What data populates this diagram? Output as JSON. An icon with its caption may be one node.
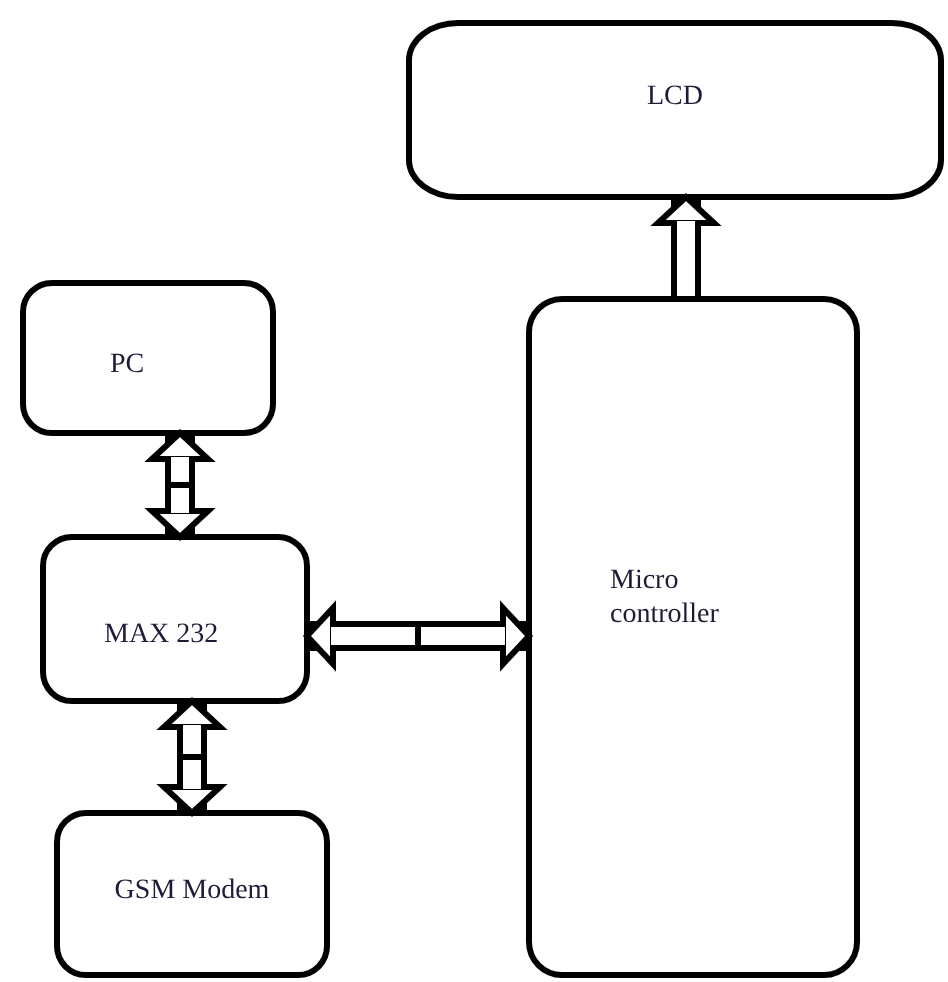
{
  "diagram": {
    "nodes": [
      {
        "text": [
          "LCD"
        ]
      },
      {
        "text": [
          "PC"
        ]
      },
      {
        "text": [
          "MAX 232"
        ]
      },
      {
        "text": [
          "GSM Modem"
        ]
      },
      {
        "text": [
          "Micro controller"
        ]
      }
    ],
    "edges": [
      {
        "from": 1,
        "to": 2,
        "arrow": "both"
      },
      {
        "from": 2,
        "to": 3,
        "arrow": "both"
      },
      {
        "from": 2,
        "to": 4,
        "arrow": "both"
      },
      {
        "from": 4,
        "to": 0,
        "arrow": "to"
      }
    ]
  }
}
